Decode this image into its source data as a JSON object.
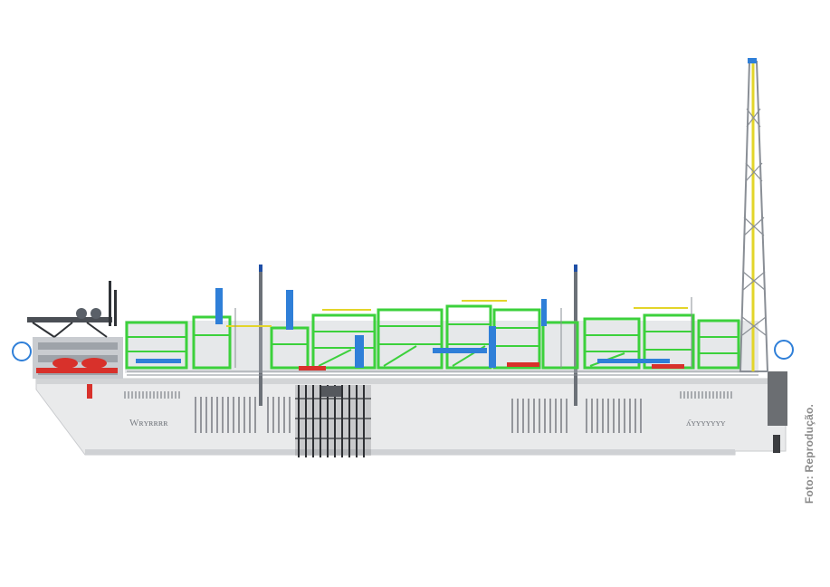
{
  "photo_credit": "Foto: Reprodução.",
  "hull_name_left": "Wʀʏʀʀʀʀ",
  "hull_name_right": "ʎʏʏʏʏʏʏʏ",
  "colors": {
    "background": "#ffffff",
    "hull": "#e9eaeb",
    "hull_shadow": "#d2d4d6",
    "bow_end": "#6b6e72",
    "module_green": "#3cd13c",
    "piping_blue": "#2f7fd8",
    "equipment_red": "#d8312b",
    "flare_yellow": "#e3d52a",
    "structure_gray": "#8a8f96"
  },
  "icons": [
    "fpso-vessel-icon",
    "flare-tower-icon",
    "helideck-icon",
    "lifeboat-icon",
    "turret-icon"
  ]
}
